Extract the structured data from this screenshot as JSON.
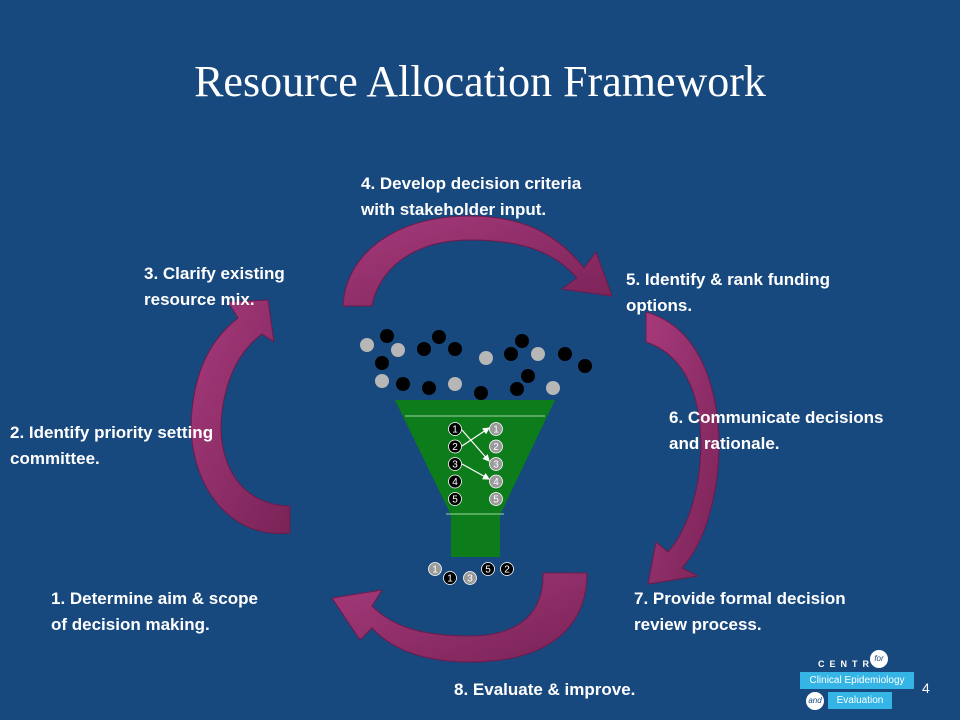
{
  "slide": {
    "title": "Resource Allocation Framework",
    "page_number": "4"
  },
  "steps": [
    {
      "label": "1. Determine aim & scope\nof decision making."
    },
    {
      "label": "2. Identify priority setting\ncommittee."
    },
    {
      "label": "3. Clarify existing\nresource mix."
    },
    {
      "label": "4. Develop decision criteria\nwith stakeholder input."
    },
    {
      "label": "5. Identify & rank funding\noptions."
    },
    {
      "label": "6. Communicate decisions\nand rationale."
    },
    {
      "label": "7. Provide formal decision\nreview process."
    },
    {
      "label": "8. Evaluate & improve."
    }
  ],
  "funnel": {
    "left_column": [
      "1",
      "2",
      "3",
      "4",
      "5"
    ],
    "right_column": [
      "1",
      "2",
      "3",
      "4",
      "5"
    ],
    "bottom_numbers": [
      "1",
      "1",
      "3",
      "5",
      "2"
    ]
  },
  "colors": {
    "background": "#17487e",
    "arrow": "#8e2d68",
    "funnel": "#0c7d1a"
  },
  "logo": {
    "centre": "CENTRE",
    "for": "for",
    "line1": "Clinical Epidemiology",
    "and": "and",
    "line2": "Evaluation"
  }
}
